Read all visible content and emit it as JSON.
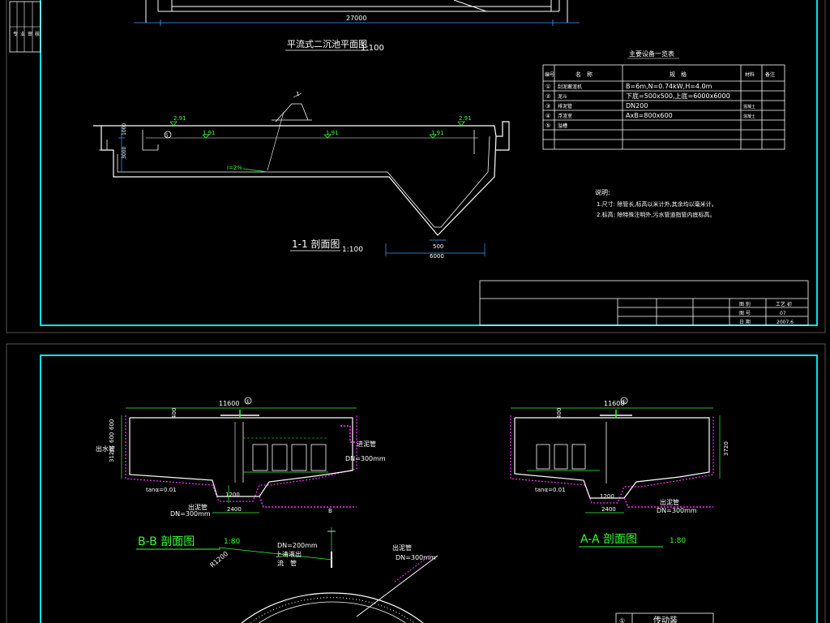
{
  "colors": {
    "background": "#000000",
    "frame": "#00e5ee",
    "line": "#ffffff",
    "green": "#33ff33",
    "dim": "#3aa0ff",
    "magenta": "#ff33ff",
    "yellow": "#ffff33"
  },
  "top_sheet": {
    "plan": {
      "dimension": "27000",
      "title": "平流式二沉池平面图",
      "scale": "1:100"
    },
    "section": {
      "title": "1-1 剖面图",
      "scale": "1:100",
      "callout": "1",
      "elev_left": "2.91",
      "elev_right": "2.91",
      "water_left": "1.91",
      "water_mid": "1.91",
      "water_right": "1.91",
      "slope": "i=2%",
      "dim_height_top": "1000",
      "dim_height": "3000",
      "dim_bottom": "500",
      "dim_width": "6000",
      "marker": "5"
    },
    "equipment_table": {
      "title": "主要设备一览表",
      "headers": [
        "编号",
        "名　称",
        "规　格",
        "材料",
        "备注"
      ],
      "rows": [
        {
          "no": "①",
          "name": "刮泥撇渣机",
          "spec": "B=6m,N=0.74kW,H=4.0m",
          "material": "",
          "note": ""
        },
        {
          "no": "②",
          "name": "泥斗",
          "spec": "下底=500x500,上底=6000x6000",
          "material": "",
          "note": ""
        },
        {
          "no": "③",
          "name": "排泥管",
          "spec": "DN200",
          "material": "混凝土",
          "note": ""
        },
        {
          "no": "④",
          "name": "浮渣室",
          "spec": "AxB=800x600",
          "material": "混凝土",
          "note": ""
        },
        {
          "no": "⑤",
          "name": "溢槽",
          "spec": "",
          "material": "",
          "note": ""
        },
        {
          "no": "",
          "name": "",
          "spec": "",
          "material": "",
          "note": ""
        }
      ]
    },
    "notes": {
      "heading": "说明:",
      "line1": "1.尺寸: 除管长,标高以米计外,其余均以毫米计。",
      "line2": "2.标高: 除特殊注明外,污水管道指管内底标高。"
    },
    "title_block": {
      "row1_label": "图 别",
      "row1_value": "工艺 初",
      "row2_label": "图 号",
      "row2_value": "07",
      "row3_label": "日 期",
      "row3_value": "2007.6"
    },
    "side_labels": [
      "专",
      "业",
      "审",
      "核"
    ]
  },
  "bottom_sheet": {
    "bb": {
      "title": "B-B 剖面图",
      "scale": "1:80",
      "width": "11600",
      "h1": "400",
      "h2": "3120",
      "h3": "600",
      "h4": "600",
      "outlet": "出水管",
      "inlet": "进泥管",
      "inlet_dn": "DN=300mm",
      "slope": "tanα=0.01",
      "sludge": "出泥管",
      "sludge_dn": "DN=300mm",
      "d1": "1200",
      "d2": "2400",
      "marker": "①"
    },
    "aa": {
      "title": "A-A 剖面图",
      "scale": "1:80",
      "width": "11600",
      "h1": "400",
      "h2": "3720",
      "slope": "tanα=0.01",
      "sludge": "出泥管",
      "sludge_dn": "DN=300mm",
      "d1": "1200",
      "d2": "2400",
      "marker": "①"
    },
    "plan": {
      "radius": "R1200",
      "clarified_dn": "DN=200mm",
      "clarified_1": "上清液出",
      "clarified_2": "流　管",
      "sludge": "出泥管",
      "sludge_dn": "DN=300mm",
      "mark": "B"
    },
    "equip_label_no": "①",
    "equip_label": "传动装"
  }
}
